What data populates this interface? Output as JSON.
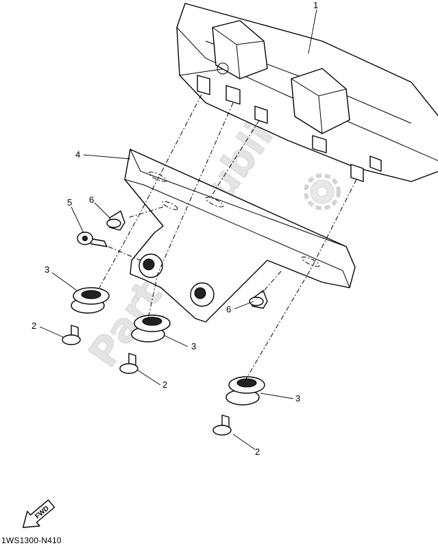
{
  "diagram": {
    "callouts": [
      "1",
      "2",
      "3",
      "4",
      "5",
      "6"
    ],
    "drawing_code": "1WS1300-N410",
    "fwd_label": "FWD",
    "watermark": "PartsRepublik"
  }
}
